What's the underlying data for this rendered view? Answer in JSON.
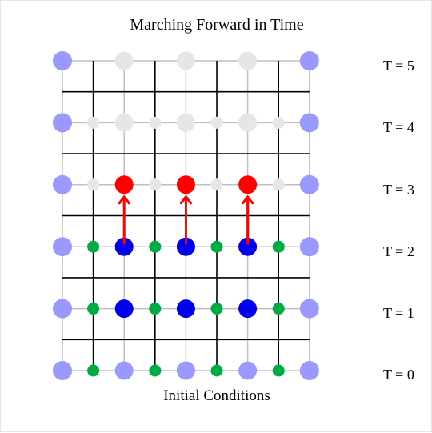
{
  "title": "Marching Forward in Time",
  "caption": "Initial Conditions",
  "time_labels": [
    "T = 0",
    "T = 1",
    "T = 2",
    "T = 3",
    "T = 4",
    "T = 5"
  ],
  "colors": {
    "boundary": "#9999ff",
    "unknown": "#e6e6e6",
    "known_main": "#0000ee",
    "known_half": "#00aa44",
    "current": "#ff0000",
    "arrow": "#ff0000",
    "main_grid": "#000000",
    "half_grid": "#c0c0c0"
  },
  "grid": {
    "columns": 9,
    "rows": 6,
    "main_columns": [
      0,
      2,
      4,
      6,
      8
    ],
    "half_columns": [
      1,
      3,
      5,
      7
    ]
  },
  "states": {
    "known_rows": [
      0,
      1,
      2
    ],
    "current_row": 3,
    "arrow_from_row": 2,
    "arrow_to_row": 3
  }
}
